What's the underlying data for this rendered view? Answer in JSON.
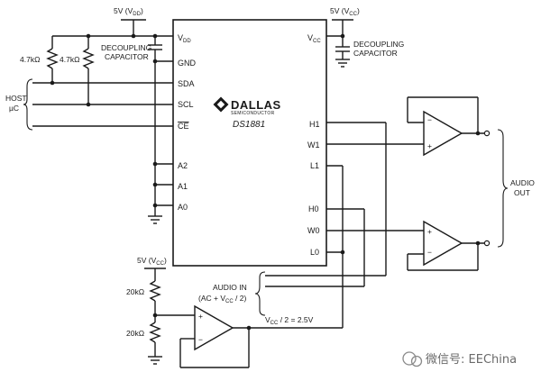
{
  "chip": {
    "logo": "DALLAS",
    "logo_sub": "SEMICONDUCTOR",
    "part_number": "DS1881",
    "pins_left": {
      "vdd": "V",
      "vdd_sub": "DD",
      "gnd": "GND",
      "sda": "SDA",
      "scl": "SCL",
      "ce": "CE",
      "a2": "A2",
      "a1": "A1",
      "a0": "A0"
    },
    "pins_right": {
      "vcc": "V",
      "vcc_sub": "CC",
      "h1": "H1",
      "w1": "W1",
      "l1": "L1",
      "h0": "H0",
      "w0": "W0",
      "l0": "L0"
    }
  },
  "supplies": {
    "vdd_label": "5V (V",
    "vdd_sub": "DD",
    "vdd_close": ")",
    "vcc_label": "5V (V",
    "vcc_sub": "CC",
    "vcc_close": ")",
    "bias_label": "5V (V",
    "bias_sub": "CC",
    "bias_close": ")"
  },
  "decoupling_left": {
    "line1": "DECOUPLING",
    "line2": "CAPACITOR"
  },
  "decoupling_right": {
    "line1": "DECOUPLING",
    "line2": "CAPACITOR"
  },
  "pullups": {
    "r1": "4.7kΩ",
    "r2": "4.7kΩ"
  },
  "host": {
    "line1": "HOST",
    "line2": "µC"
  },
  "audio_out": {
    "line1": "AUDIO",
    "line2": "OUT"
  },
  "audio_in": {
    "line1": "AUDIO IN",
    "line2_pre": "(AC + V",
    "line2_sub": "CC",
    "line2_post": " / 2)"
  },
  "divider": {
    "r_top": "20kΩ",
    "r_bottom": "20kΩ"
  },
  "bias": {
    "pre": "V",
    "sub": "CC",
    "post": " / 2 = 2.5V"
  },
  "opamp_signs": {
    "minus": "−",
    "plus": "+"
  },
  "watermark": {
    "text": "微信号: EEChina"
  }
}
